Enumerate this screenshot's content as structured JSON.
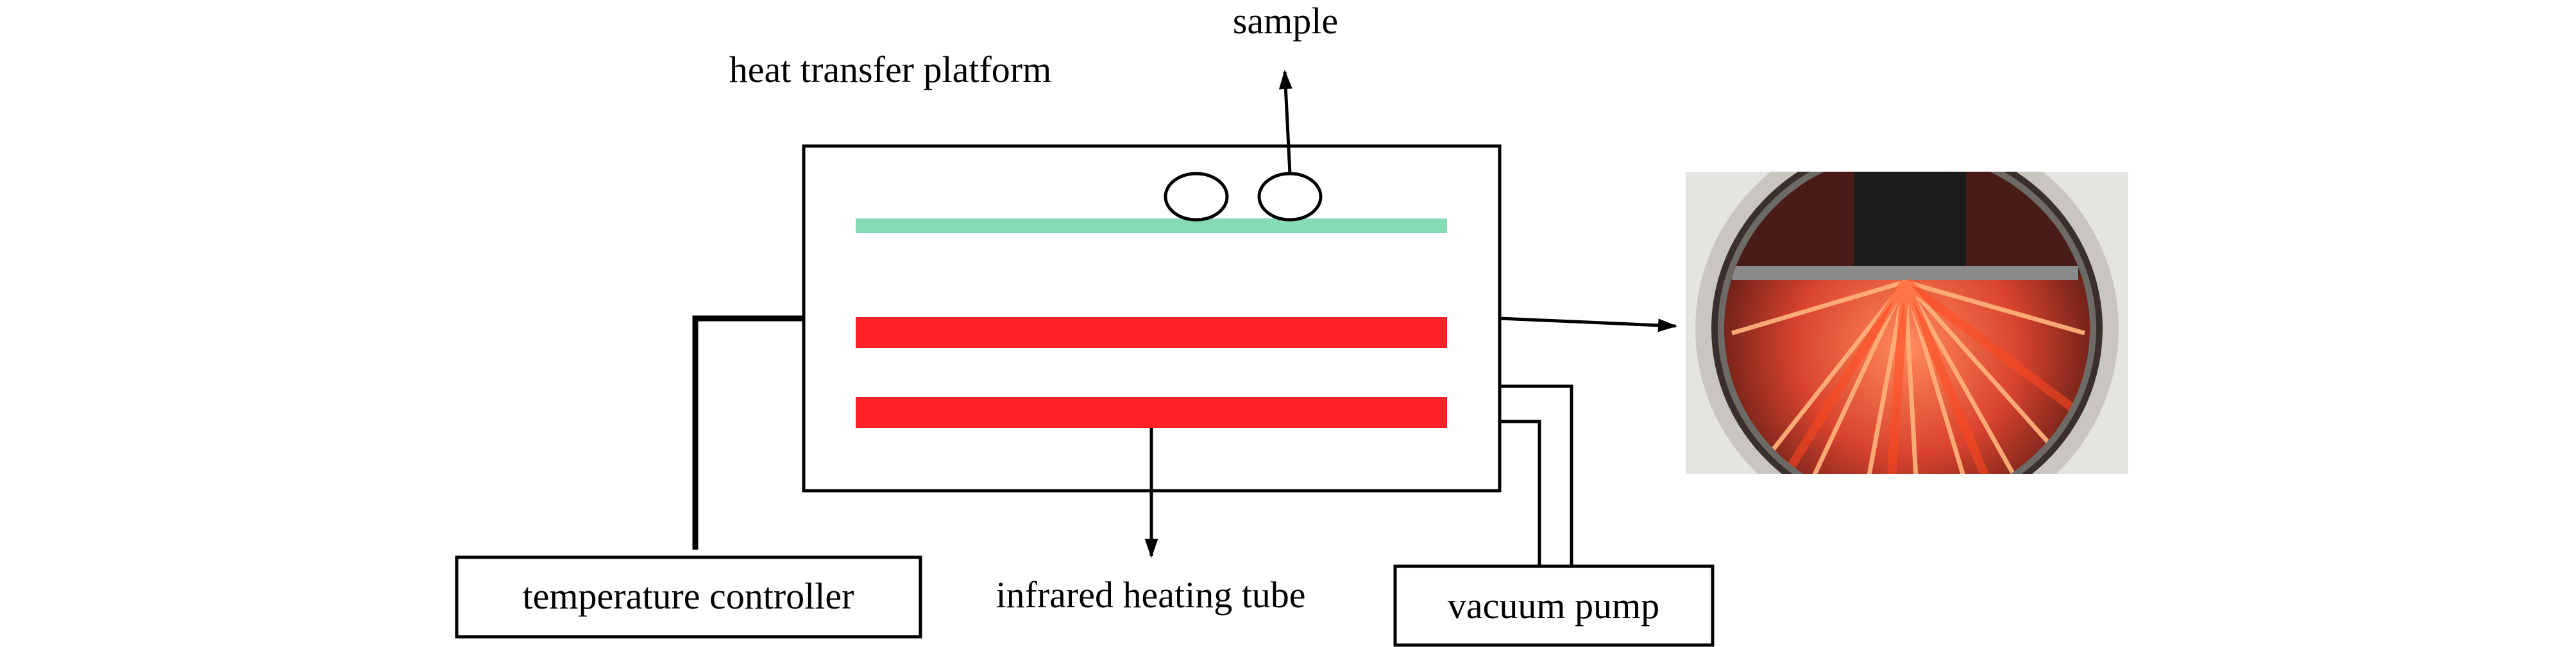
{
  "labels": {
    "sample": "sample",
    "heat_transfer_platform": "heat transfer platform",
    "infrared_heating_tube": "infrared heating tube",
    "temperature_controller": "temperature controller",
    "vacuum_pump": "vacuum pump"
  },
  "colors": {
    "platform": "#86dbb5",
    "heating_tube": "#fb2126",
    "stroke": "#000000",
    "photo_background": "#e6e4e1",
    "photo_chamber": "#a3352b",
    "photo_glow": "#ff6a3a"
  },
  "icons": {
    "chamber_photo": "chamber-photo-with-glowing-heating-tubes",
    "arrow": "arrow-head"
  }
}
